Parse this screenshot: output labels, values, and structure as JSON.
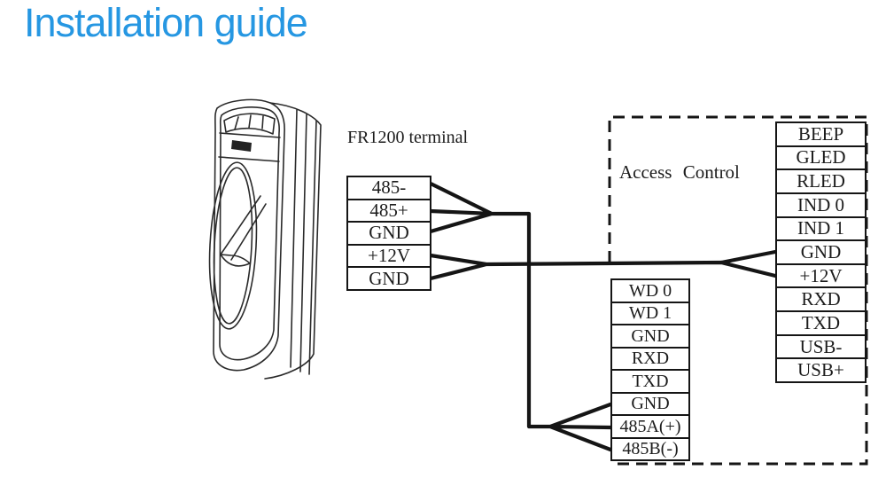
{
  "page": {
    "title": "Installation guide"
  },
  "colors": {
    "title_blue": "#2697e2",
    "diagram_line": "#151515"
  },
  "diagram": {
    "reader_terminal_label": "FR1200 terminal",
    "access_control_label": "Access Control",
    "device_illustration": "fr1200-fingerprint-reader",
    "reader_pins": [
      "485-",
      "485+",
      "GND",
      "+12V",
      "GND"
    ],
    "wiegand_pins": [
      "WD 0",
      "WD 1",
      "GND",
      "RXD",
      "TXD",
      "GND",
      "485A(+)",
      "485B(-)"
    ],
    "controller_pins": [
      "BEEP",
      "GLED",
      "RLED",
      "IND 0",
      "IND 1",
      "GND",
      "+12V",
      "RXD",
      "TXD",
      "USB-",
      "USB+"
    ]
  }
}
